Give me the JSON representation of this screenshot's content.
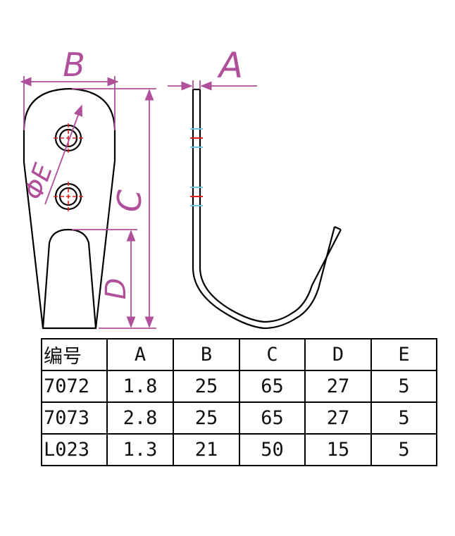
{
  "diagram": {
    "dimension_labels": {
      "B": "B",
      "A": "A",
      "C": "C",
      "D": "D",
      "E": "ΦE"
    },
    "colors": {
      "outline": "#000000",
      "dimension": "#b0509a",
      "centerline": "#e02020",
      "hole_mark": "#70c8e0"
    }
  },
  "table": {
    "headers": [
      "编号",
      "A",
      "B",
      "C",
      "D",
      "E"
    ],
    "rows": [
      [
        "7072",
        "1.8",
        "25",
        "65",
        "27",
        "5"
      ],
      [
        "7073",
        "2.8",
        "25",
        "65",
        "27",
        "5"
      ],
      [
        "L023",
        "1.3",
        "21",
        "50",
        "15",
        "5"
      ]
    ]
  }
}
